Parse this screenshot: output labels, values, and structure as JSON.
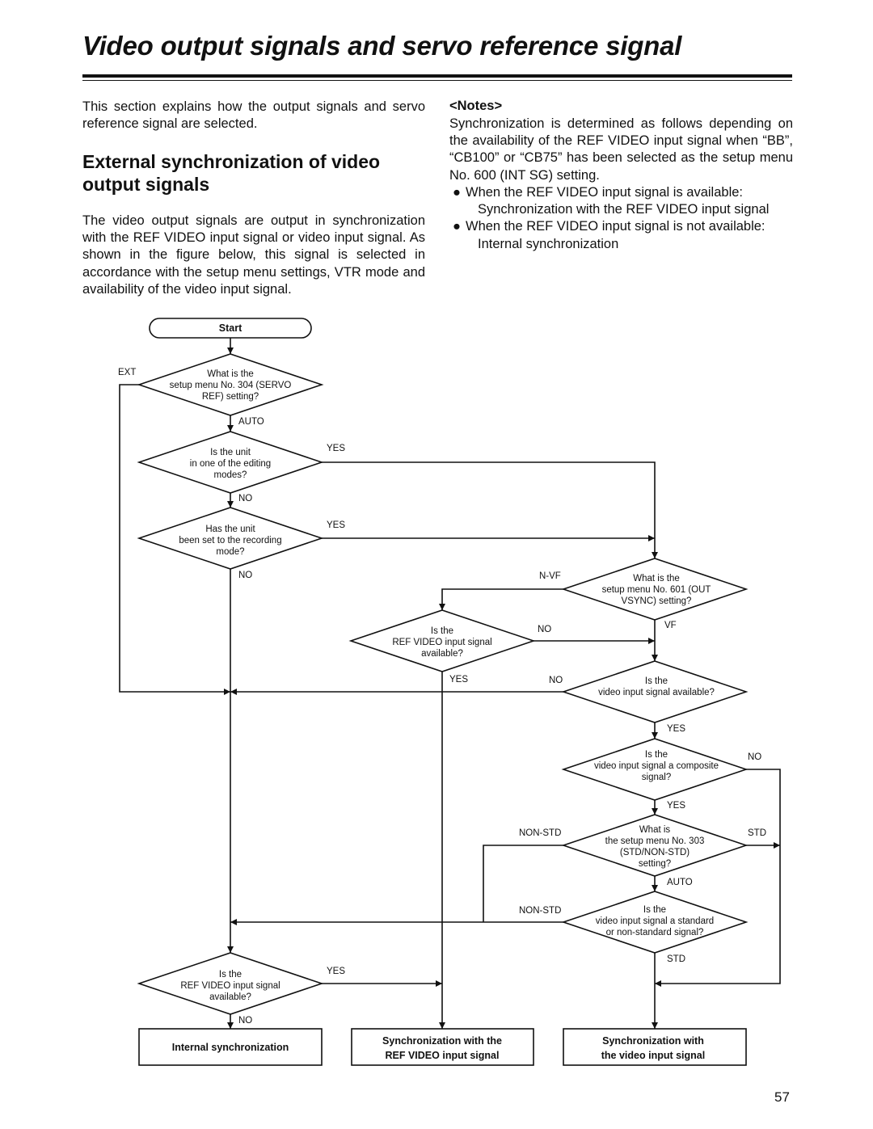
{
  "header": {
    "title": "Video output signals and servo reference signal"
  },
  "intro": {
    "text": "This section explains how the output signals and servo reference signal are selected."
  },
  "section": {
    "heading": "External synchronization of video output signals",
    "paragraph": "The video output signals are output in synchronization with the REF VIDEO input signal or video input signal. As shown in the figure below, this signal is selected in accordance with the setup menu settings, VTR mode and availability of the video input signal."
  },
  "notes": {
    "label": "<Notes>",
    "text": "Synchronization is determined as follows depending on the availability of the REF VIDEO input signal when “BB”, “CB100” or “CB75” has been selected as the setup menu No. 600 (INT SG) setting.",
    "bullets": [
      {
        "bullet": "●",
        "main": "When the REF VIDEO input signal is available:",
        "sub": "Synchronization with the REF VIDEO input signal"
      },
      {
        "bullet": "●",
        "main": "When the REF VIDEO input signal is not available:",
        "sub": "Internal synchronization"
      }
    ]
  },
  "flowchart": {
    "start": "Start",
    "decisions": {
      "servo_ref": [
        "What is the",
        "setup menu No. 304 (SERVO",
        "REF) setting?"
      ],
      "editing": [
        "Is the unit",
        "in one of the editing",
        "modes?"
      ],
      "recording": [
        "Has the unit",
        "been set to the recording",
        "mode?"
      ],
      "out_vsync": [
        "What is the",
        "setup menu No. 601 (OUT",
        "VSYNC)  setting?"
      ],
      "ref_avail_mid": [
        "Is the",
        "REF VIDEO input signal",
        "available?"
      ],
      "video_avail": [
        "Is the",
        "video input signal available?"
      ],
      "composite": [
        "Is the",
        "video input signal a composite",
        "signal?"
      ],
      "std_setting": [
        "What is",
        "the setup menu No. 303",
        "(STD/NON-STD)",
        "setting?"
      ],
      "std_signal": [
        "Is the",
        "video input signal a standard",
        "or non-standard signal?"
      ],
      "ref_avail_bottom": [
        "Is the",
        "REF VIDEO input signal",
        "available?"
      ]
    },
    "labels": {
      "ext": "EXT",
      "auto1": "AUTO",
      "yes_editing": "YES",
      "no_editing": "NO",
      "yes_recording": "YES",
      "no_recording": "NO",
      "nvf": "N-VF",
      "vf": "VF",
      "no_ref_mid": "NO",
      "yes_ref_mid": "YES",
      "no_video": "NO",
      "yes_video": "YES",
      "no_composite": "NO",
      "yes_composite": "YES",
      "nonstd_setting": "NON-STD",
      "std_setting": "STD",
      "auto2": "AUTO",
      "nonstd_signal": "NON-STD",
      "std_signal": "STD",
      "yes_ref_bottom": "YES",
      "no_ref_bottom": "NO"
    },
    "outcomes": {
      "internal": [
        "Internal synchronization"
      ],
      "ref_video": [
        "Synchronization with the",
        "REF VIDEO input signal"
      ],
      "video_input": [
        "Synchronization with",
        "the video input signal"
      ]
    }
  },
  "footer": {
    "page_number": "57"
  }
}
